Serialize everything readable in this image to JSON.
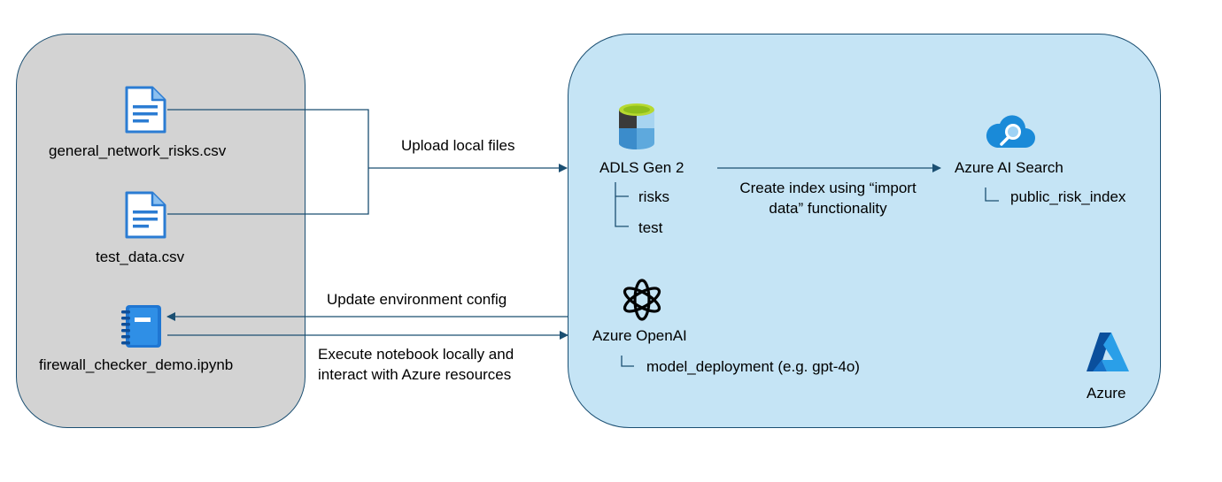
{
  "local": {
    "file1": "general_network_risks.csv",
    "file2": "test_data.csv",
    "notebook": "firewall_checker_demo.ipynb"
  },
  "edges": {
    "upload": "Upload local files",
    "create_index_l1": "Create index using “import",
    "create_index_l2": "data” functionality",
    "update_env": "Update environment config",
    "execute_l1": "Execute notebook locally and",
    "execute_l2": "interact with Azure resources"
  },
  "azure": {
    "adls": {
      "title": "ADLS Gen 2",
      "containers": [
        "risks",
        "test"
      ]
    },
    "search": {
      "title": "Azure AI Search",
      "index": "public_risk_index"
    },
    "openai": {
      "title": "Azure OpenAI",
      "deployment": "model_deployment (e.g. gpt-4o)"
    },
    "brand": "Azure"
  },
  "colors": {
    "line": "#1b4f72",
    "local_bg": "#d3d3d3",
    "azure_bg": "#c5e4f5",
    "doc_blue": "#2b7cd3"
  }
}
